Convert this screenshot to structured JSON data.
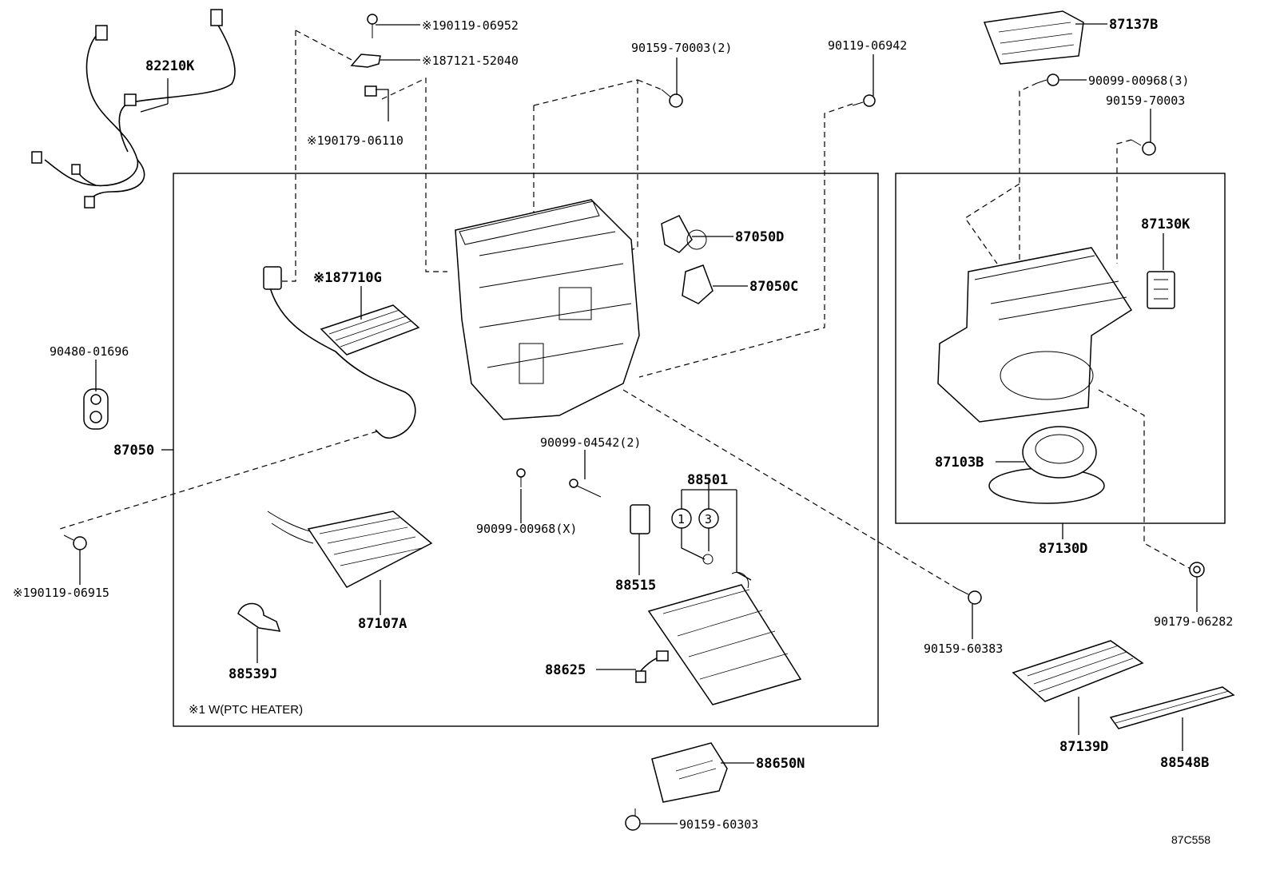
{
  "diagram_id": "87C558",
  "note": "※1 W(PTC HEATER)",
  "labels": {
    "p82210K": "82210K",
    "p190119_06952": "※190119-06952",
    "p187121_52040": "※187121-52040",
    "p190179_06110": "※190179-06110",
    "p187710G": "※187710G",
    "p90480_01696": "90480-01696",
    "p87050": "87050",
    "p190119_06915": "※190119-06915",
    "p90159_70003_2": "90159-70003(2)",
    "p90119_06942": "90119-06942",
    "p87050D": "87050D",
    "p87050C": "87050C",
    "p90099_04542_2": "90099-04542(2)",
    "p90099_00968_X": "90099-00968(X)",
    "p88501": "88501",
    "c1": "1",
    "c3": "3",
    "p88515": "88515",
    "p87107A": "87107A",
    "p88539J": "88539J",
    "p88625": "88625",
    "p88650N": "88650N",
    "p90159_60303": "90159-60303",
    "p87137B": "87137B",
    "p90099_00968_3": "90099-00968(3)",
    "p90159_70003": "90159-70003",
    "p87130K": "87130K",
    "p87103B": "87103B",
    "p87130D": "87130D",
    "p90159_60383": "90159-60383",
    "p90179_06282": "90179-06282",
    "p87139D": "87139D",
    "p88548B": "88548B"
  }
}
